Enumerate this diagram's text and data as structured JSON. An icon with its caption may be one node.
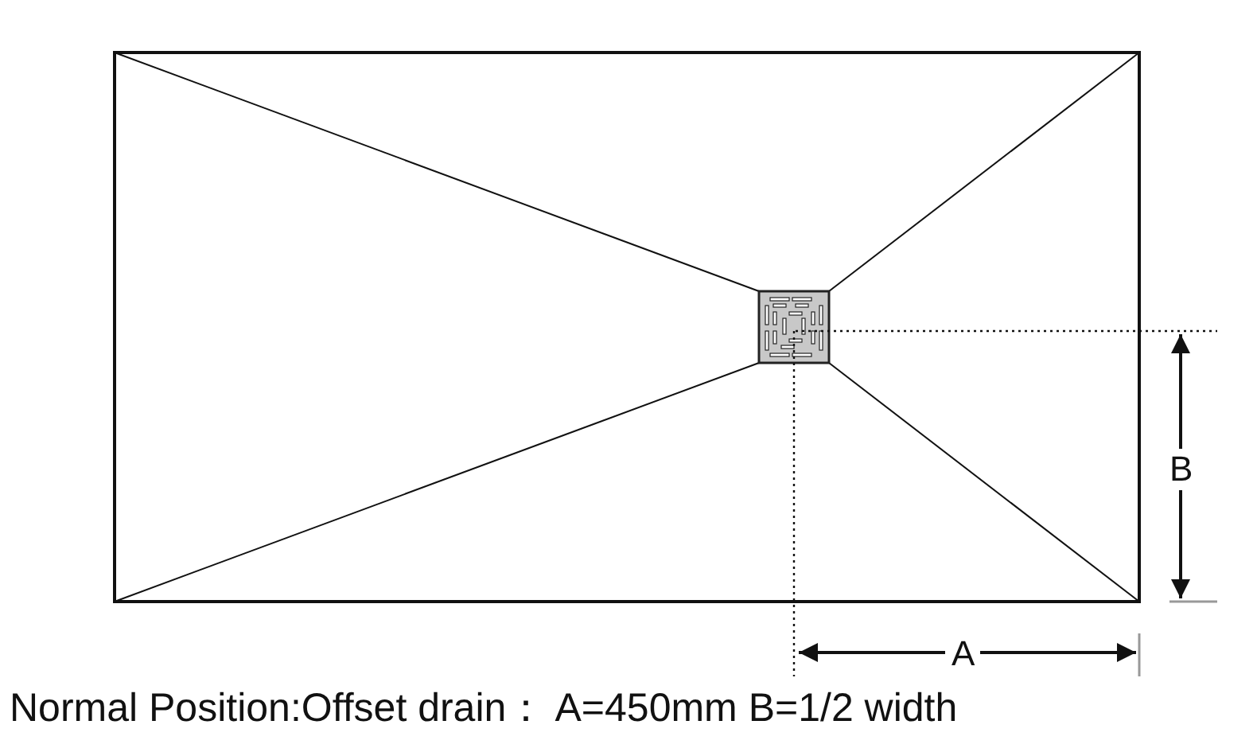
{
  "diagram": {
    "caption": "Normal Position:Offset drain： A=450mm B=1/2 width",
    "labels": [
      "B",
      "A"
    ]
  }
}
